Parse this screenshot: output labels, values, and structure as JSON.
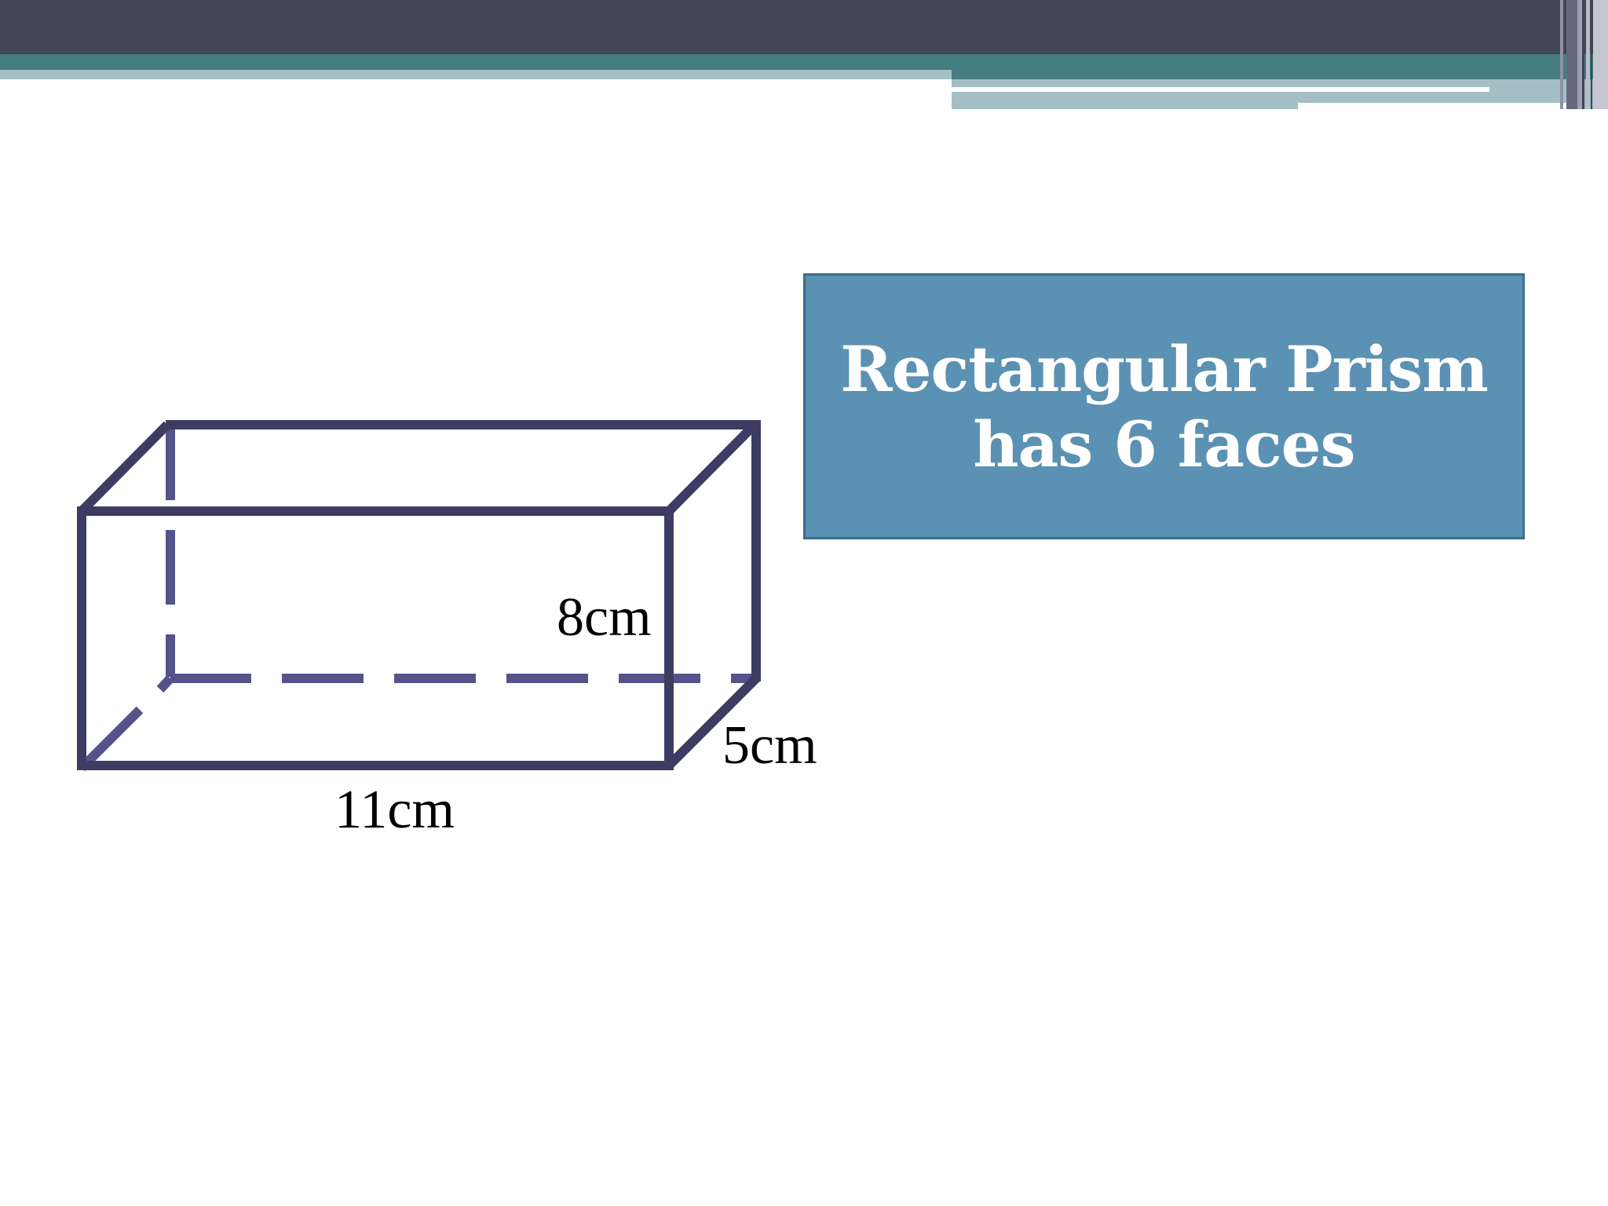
{
  "header_decoration": {
    "colors": {
      "dark_band": "#414656",
      "teal_band": "#457d82",
      "light_band": "#a3bfc5"
    }
  },
  "info_box": {
    "line1": "Rectangular Prism",
    "line2": "has 6 faces",
    "background": "#5b91b3",
    "text_color": "#ffffff"
  },
  "diagram": {
    "shape": "rectangular prism",
    "edge_color": "#3f3c63",
    "hidden_edge_color": "#55538a",
    "labels": {
      "length": "11cm",
      "height": "8cm",
      "depth": "5cm"
    }
  }
}
